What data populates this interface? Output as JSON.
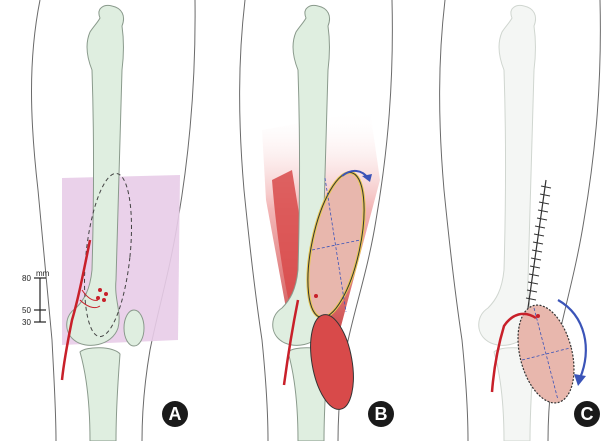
{
  "panels": [
    {
      "id": "A",
      "label": "A"
    },
    {
      "id": "B",
      "label": "B"
    },
    {
      "id": "C",
      "label": "C"
    }
  ],
  "scale_bar": {
    "unit": "mm",
    "ticks": [
      "80",
      "50",
      "30"
    ]
  },
  "colors": {
    "bone_fill": "#dfeee0",
    "bone_stroke": "#8a9a8c",
    "skin_stroke": "#6a6a6a",
    "flap_fill": "#e8b7ad",
    "muscle": "#d84a4a",
    "artery": "#c8202a",
    "pink_zone": "#e8cce8",
    "arrow_blue": "#3b54b8",
    "badge": "#1a1a1a",
    "yellow_outline": "#e8c850"
  }
}
